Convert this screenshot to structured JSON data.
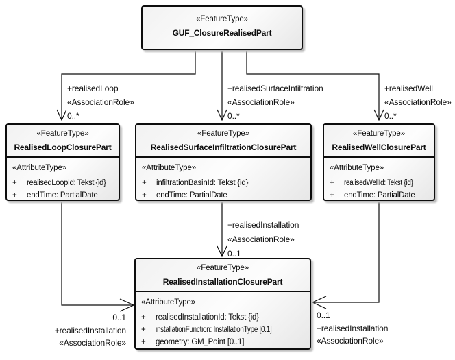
{
  "diagram": {
    "classes": {
      "guf_closure_realised_part": {
        "stereotype": "«FeatureType»",
        "name": "GUF_ClosureRealisedPart"
      },
      "realised_loop_closure_part": {
        "stereotype": "«FeatureType»",
        "name": "RealisedLoopClosurePart",
        "attr_header": "«AttributeType»",
        "attributes": [
          {
            "vis": "+",
            "text": "realisedLoopId: Tekst {id}"
          },
          {
            "vis": "+",
            "text": "endTime: PartialDate"
          }
        ]
      },
      "realised_surface_infiltration_closure_part": {
        "stereotype": "«FeatureType»",
        "name": "RealisedSurfaceInfiltrationClosurePart",
        "attr_header": "«AttributeType»",
        "attributes": [
          {
            "vis": "+",
            "text": "infiltrationBasinId: Tekst {id}"
          },
          {
            "vis": "+",
            "text": "endTime: PartialDate"
          }
        ]
      },
      "realised_well_closure_part": {
        "stereotype": "«FeatureType»",
        "name": "RealisedWellClosurePart",
        "attr_header": "«AttributeType»",
        "attributes": [
          {
            "vis": "+",
            "text": "realisedWellId: Tekst {id}"
          },
          {
            "vis": "+",
            "text": "endTime: PartialDate"
          }
        ]
      },
      "realised_installation_closure_part": {
        "stereotype": "«FeatureType»",
        "name": "RealisedInstallationClosurePart",
        "attr_header": "«AttributeType»",
        "attributes": [
          {
            "vis": "+",
            "text": "realisedInstallationId: Tekst {id}"
          },
          {
            "vis": "+",
            "text": "installationFunction: InstallationType [0.1]"
          },
          {
            "vis": "+",
            "text": "geometry: GM_Point [0..1]"
          }
        ]
      }
    },
    "connectors": {
      "realised_loop": {
        "role": "+realisedLoop",
        "stereotype": "«AssociationRole»",
        "multiplicity": "0..*"
      },
      "realised_surface_infiltration": {
        "role": "+realisedSurfaceInfiltration",
        "stereotype": "«AssociationRole»",
        "multiplicity": "0..*"
      },
      "realised_well": {
        "role": "+realisedWell",
        "stereotype": "«AssociationRole»",
        "multiplicity": "0..*"
      },
      "realised_installation_from_surface": {
        "role": "+realisedInstallation",
        "stereotype": "«AssociationRole»",
        "multiplicity": "0..1"
      },
      "realised_installation_from_loop": {
        "multiplicity": "0..1",
        "role": "+realisedInstallation",
        "stereotype": "«AssociationRole»"
      },
      "realised_installation_from_well": {
        "multiplicity": "0..1",
        "role": "+realisedInstallation",
        "stereotype": "«AssociationRole»"
      }
    },
    "colors": {
      "border": "#0d0d0d",
      "fill_top": "#f2f2f2",
      "fill_bottom": "#e7e7e7",
      "text": "#0d0d0d",
      "shadow": "#bdbdbd",
      "background": "#ffffff"
    }
  }
}
